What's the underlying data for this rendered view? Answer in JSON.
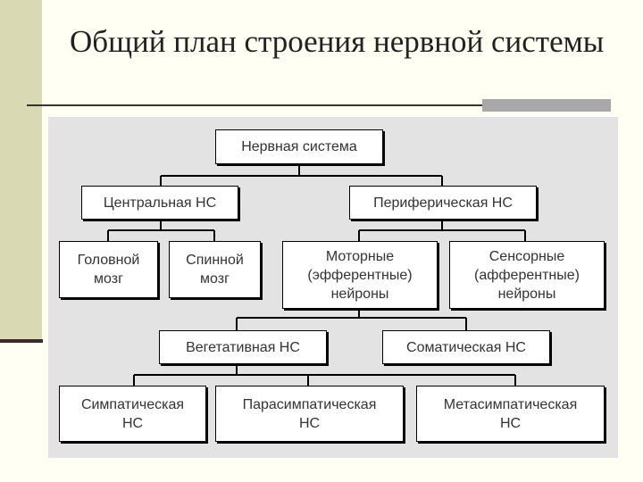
{
  "slide": {
    "title": "Общий план строения нервной системы"
  },
  "diagram": {
    "root": "Нервная система",
    "central": "Центральная НС",
    "peripheral": "Периферическая НС",
    "brain": "Головной\nмозг",
    "spinal_cord": "Спинной\nмозг",
    "motor_neurons": "Моторные\n(эфферентные)\nнейроны",
    "sensory_neurons": "Сенсорные\n(афферентные)\nнейроны",
    "vegetative": "Вегетативная НС",
    "somatic": "Соматическая НС",
    "sympathetic": "Симпатическая\nНС",
    "parasympathetic": "Парасимпатическая\nНС",
    "metasympathetic": "Метасимпатическая\nНС"
  },
  "colors": {
    "background": "#fffff4",
    "left_bar": "#d9d9b3",
    "panel": "#e3e3e3",
    "box_fill": "#ffffff",
    "box_border": "#000000",
    "text": "#333333"
  }
}
